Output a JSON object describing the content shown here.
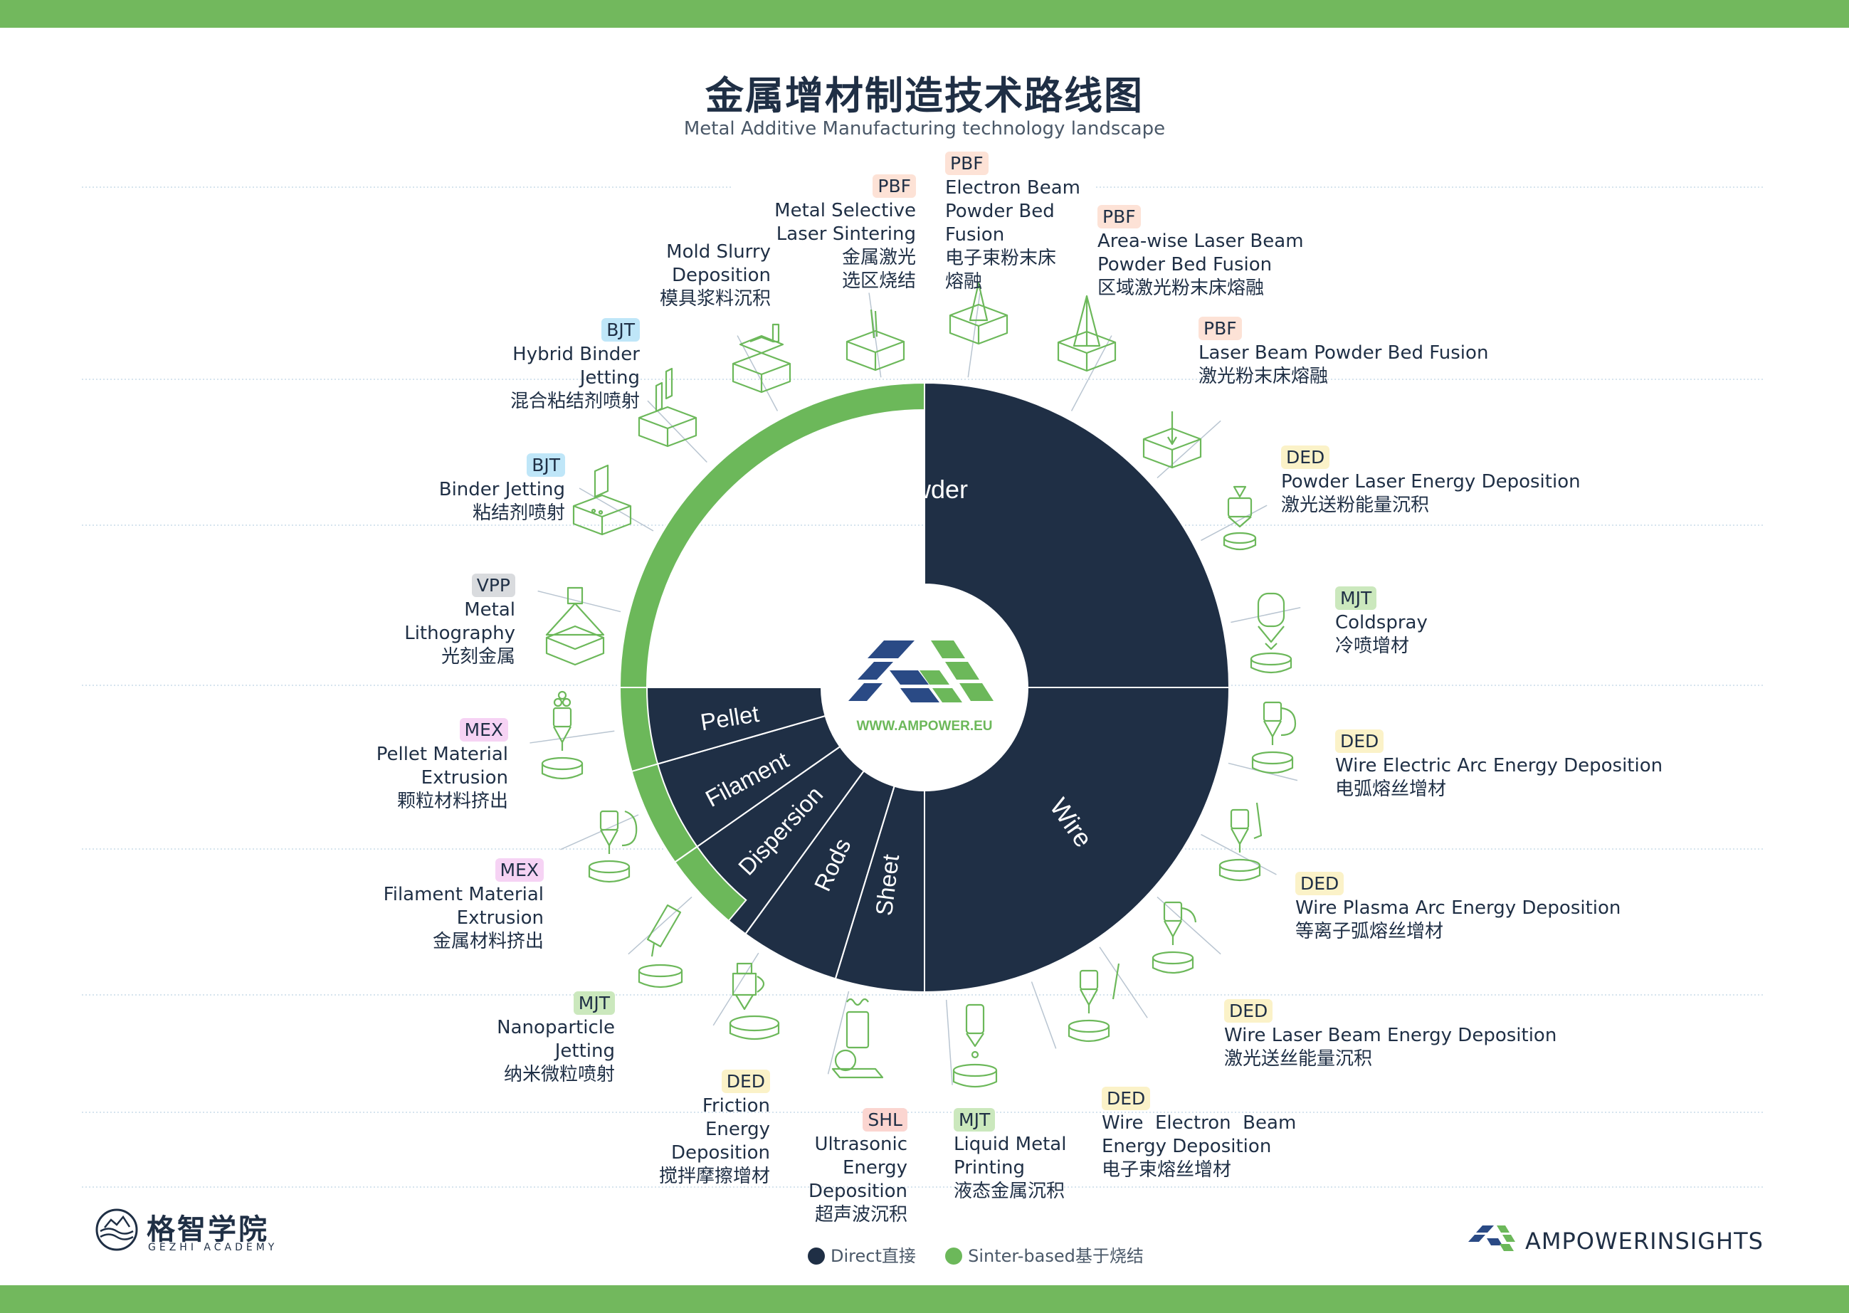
{
  "title": "金属增材制造技术路线图",
  "subtitle": "Metal Additive Manufacturing technology landscape",
  "colors": {
    "direct": "#1f2f45",
    "sinter": "#6cb85a",
    "green_bar": "#72b85d",
    "icon_line": "#6cb85a"
  },
  "center": {
    "url": "WWW.AMPOWER.EU"
  },
  "segments": {
    "powder": "Powder",
    "wire": "Wire",
    "pellet": "Pellet",
    "filament": "Filament",
    "dispersion": "Dispersion",
    "rods": "Rods",
    "sheet": "Sheet"
  },
  "technologies": {
    "mss": {
      "tag": "PBF",
      "en1": "Metal Selective",
      "en2": "Laser Sintering",
      "zh1": "金属激光",
      "zh2": "选区烧结"
    },
    "ebpbf": {
      "tag": "PBF",
      "en1": "Electron Beam",
      "en2": "Powder Bed",
      "en3": "Fusion",
      "zh1": "电子束粉末床",
      "zh2": "熔融"
    },
    "area": {
      "tag": "PBF",
      "en1": "Area-wise Laser Beam",
      "en2": "Powder Bed Fusion",
      "zh1": "区域激光粉末床熔融"
    },
    "lbpbf": {
      "tag": "PBF",
      "en1": "Laser Beam Powder Bed Fusion",
      "zh1": "激光粉末床熔融"
    },
    "pled": {
      "tag": "DED",
      "en1": "Powder Laser Energy Deposition",
      "zh1": "激光送粉能量沉积"
    },
    "cold": {
      "tag": "MJT",
      "en1": "Coldspray",
      "zh1": "冷喷增材"
    },
    "weaed": {
      "tag": "DED",
      "en1": "Wire Electric Arc Energy Deposition",
      "zh1": "电弧熔丝增材"
    },
    "wpaed": {
      "tag": "DED",
      "en1": "Wire Plasma Arc Energy Deposition",
      "zh1": "等离子弧熔丝增材"
    },
    "wlbed": {
      "tag": "DED",
      "en1": "Wire Laser Beam Energy Deposition",
      "zh1": "激光送丝能量沉积"
    },
    "webed": {
      "tag": "DED",
      "en1": "Wire  Electron  Beam",
      "en2": "Energy Deposition",
      "zh1": "电子束熔丝增材"
    },
    "lmp": {
      "tag": "MJT",
      "en1": "Liquid Metal",
      "en2": "Printing",
      "zh1": "液态金属沉积"
    },
    "ued": {
      "tag": "SHL",
      "en1": "Ultrasonic",
      "en2": "Energy",
      "en3": "Deposition",
      "zh1": "超声波沉积"
    },
    "fed": {
      "tag": "DED",
      "en1": "Friction",
      "en2": "Energy",
      "en3": "Deposition",
      "zh1": "搅拌摩擦增材"
    },
    "npj": {
      "tag": "MJT",
      "en1": "Nanoparticle",
      "en2": "Jetting",
      "zh1": "纳米微粒喷射"
    },
    "fme": {
      "tag": "MEX",
      "en1": "Filament Material",
      "en2": "Extrusion",
      "zh1": "金属材料挤出"
    },
    "pme": {
      "tag": "MEX",
      "en1": "Pellet Material",
      "en2": "Extrusion",
      "zh1": "颗粒材料挤出"
    },
    "mlith": {
      "tag": "VPP",
      "en1": "Metal",
      "en2": "Lithography",
      "zh1": "光刻金属"
    },
    "bj": {
      "tag": "BJT",
      "en1": "Binder Jetting",
      "zh1": "粘结剂喷射"
    },
    "hbj": {
      "tag": "BJT",
      "en1": "Hybrid Binder",
      "en2": "Jetting",
      "zh1": "混合粘结剂喷射"
    },
    "msd": {
      "en1": "Mold Slurry",
      "en2": "Deposition",
      "zh1": "模具浆料沉积"
    }
  },
  "legend": {
    "direct": "Direct直接",
    "sinter": "Sinter-based基于烧结"
  },
  "logos": {
    "gezhi_name": "格智学院",
    "gezhi_sub": "GEZHI ACADEMY",
    "ampower_name": "AMPOWER",
    "ampower_suffix": "INSIGHTS"
  }
}
